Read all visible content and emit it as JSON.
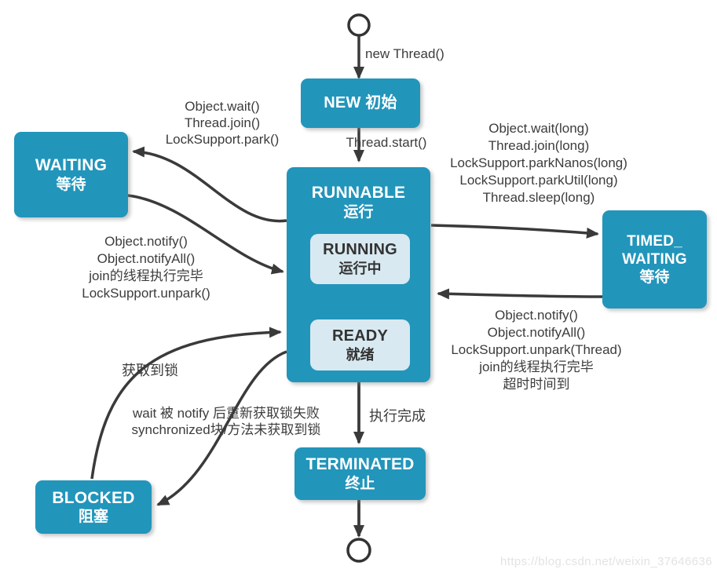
{
  "colors": {
    "accent": "#2295bb",
    "inner_box": "#d8e9f1",
    "arrow": "#3a3a3a",
    "yellow_arrow": "#f7ef85",
    "label_text": "#3c3c3c",
    "watermark_text": "#e3e3e3"
  },
  "states": {
    "new": {
      "label": "NEW 初始"
    },
    "runnable": {
      "en": "RUNNABLE",
      "zh": "运行"
    },
    "running": {
      "en": "RUNNING",
      "zh": "运行中"
    },
    "ready": {
      "en": "READY",
      "zh": "就绪"
    },
    "waiting": {
      "en": "WAITING",
      "zh": "等待"
    },
    "timed_waiting": {
      "line1": "TIMED_",
      "line2": "WAITING",
      "line3": "等待"
    },
    "blocked": {
      "en": "BLOCKED",
      "zh": "阻塞"
    },
    "terminated": {
      "en": "TERMINATED",
      "zh": "终止"
    }
  },
  "edges": {
    "new_thread": "new Thread()",
    "thread_start": "Thread.start()",
    "runnable_to_waiting": [
      "Object.wait()",
      "Thread.join()",
      "LockSupport.park()"
    ],
    "waiting_to_runnable": [
      "Object.notify()",
      "Object.notifyAll()",
      "join的线程执行完毕",
      "LockSupport.unpark()"
    ],
    "runnable_to_timed_waiting": [
      "Object.wait(long)",
      "Thread.join(long)",
      "LockSupport.parkNanos(long)",
      "LockSupport.parkUtil(long)",
      "Thread.sleep(long)"
    ],
    "timed_waiting_to_runnable": [
      "Object.notify()",
      "Object.notifyAll()",
      "LockSupport.unpark(Thread)",
      "join的线程执行完毕",
      "超时时间到"
    ],
    "blocked_to_runnable": "获取到锁",
    "runnable_to_blocked": [
      "wait 被 notify 后重新获取锁失败",
      "synchronized块/方法未获取到锁"
    ],
    "runnable_to_terminated": "执行完成"
  },
  "watermark": "https://blog.csdn.net/weixin_37646636"
}
